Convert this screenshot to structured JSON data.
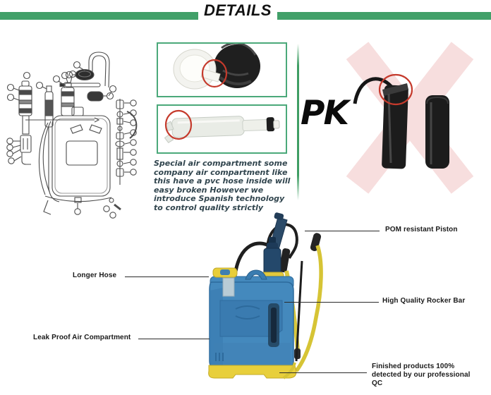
{
  "header": {
    "title": "DETAILS"
  },
  "note": {
    "text": "Special air compartment some\ncompany air compartment like\nthis have a pvc hose inside will\neasy broken However we\nintroduce Spanish technology\nto control quality strictly"
  },
  "comparison": {
    "pk_label": "PK",
    "watermark": "X"
  },
  "callouts": {
    "pom": "POM resistant Piston",
    "longer_hose": "Longer Hose",
    "rocker": "High Quality Rocker Bar",
    "leak_proof": "Leak Proof Air Compartment",
    "qc": "Finished products 100%\ndetected by our professional\nQC"
  },
  "colors": {
    "header_green": "#41a069",
    "box_border_green": "#4ba97a",
    "note_text": "#31454e",
    "red_annotation": "#c53a2c",
    "watermark_pink": "#f7dede",
    "tank_blue": "#4489bd",
    "accent_yellow": "#e8ce3a"
  }
}
